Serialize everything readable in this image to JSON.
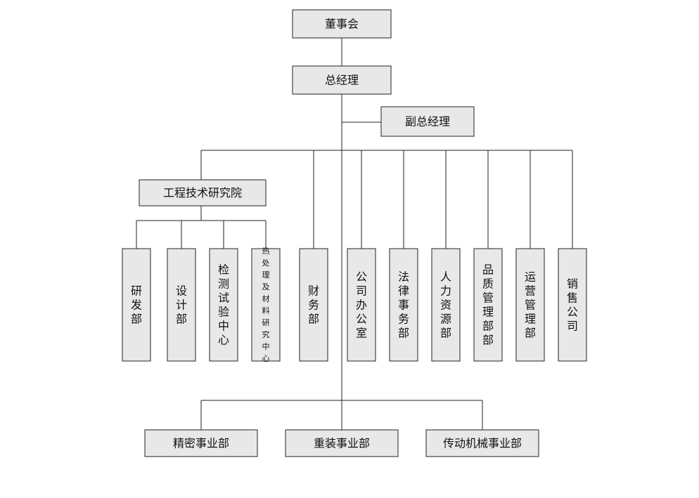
{
  "org_chart": {
    "board": "董事会",
    "general_manager": "总经理",
    "deputy_general_manager": "副总经理",
    "institute": "工程技术研究院",
    "institute_departments": [
      {
        "key": "rd",
        "label": "研发部"
      },
      {
        "key": "design",
        "label": "设计部"
      },
      {
        "key": "testing",
        "label": "检测试验中心"
      },
      {
        "key": "heat",
        "label": "热处理及材料研究中心"
      }
    ],
    "departments": [
      {
        "key": "finance",
        "label": "财务部"
      },
      {
        "key": "office",
        "label": "公司办公室"
      },
      {
        "key": "legal",
        "label": "法律事务部"
      },
      {
        "key": "hr",
        "label": "人力资源部"
      },
      {
        "key": "quality",
        "label": "品质管理部部"
      },
      {
        "key": "operations",
        "label": "运营管理部"
      },
      {
        "key": "sales",
        "label": "销售公司"
      }
    ],
    "business_units": [
      {
        "key": "precision",
        "label": "精密事业部"
      },
      {
        "key": "heavy",
        "label": "重装事业部"
      },
      {
        "key": "transmission",
        "label": "传动机械事业部"
      }
    ]
  }
}
